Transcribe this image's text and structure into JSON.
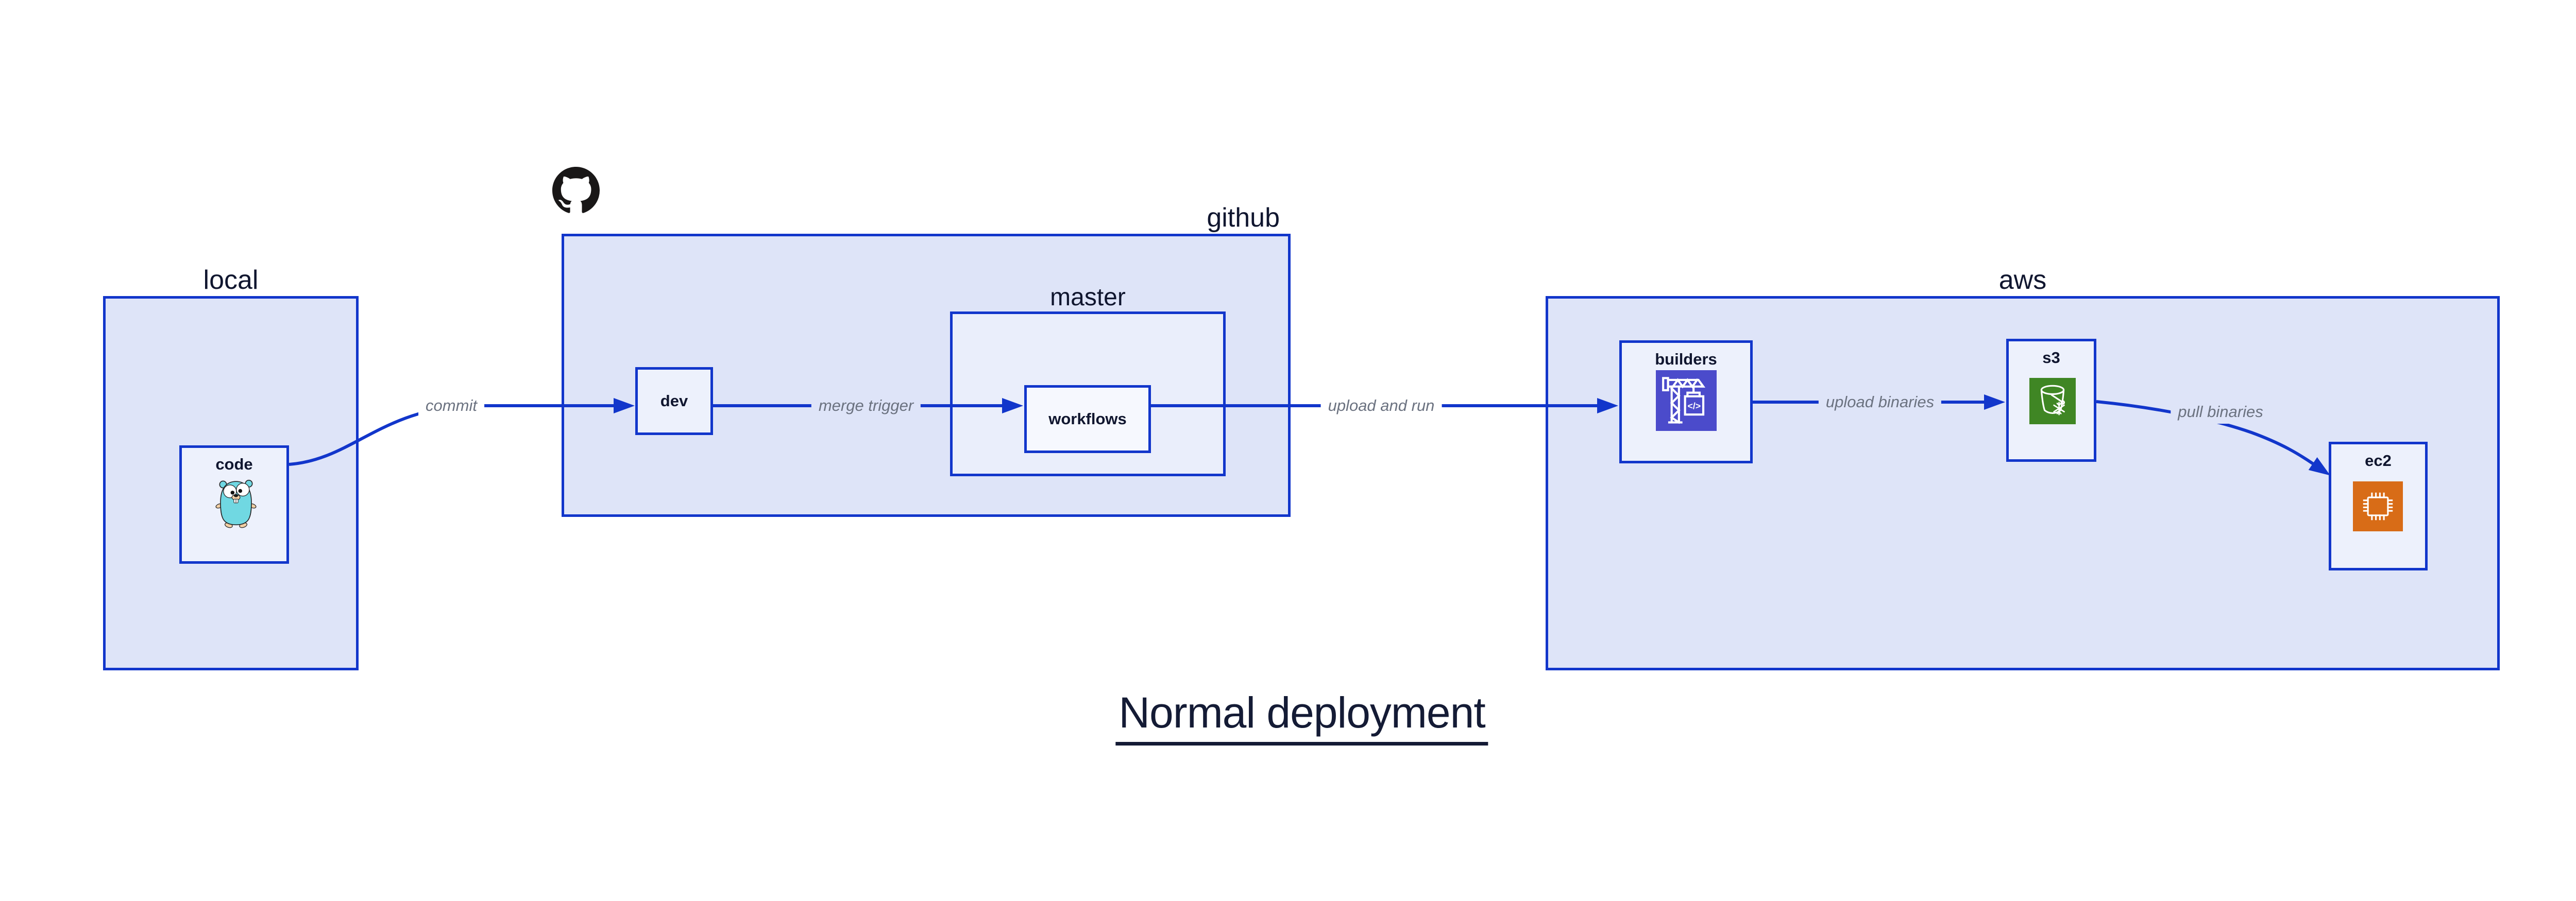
{
  "title": "Normal deployment",
  "containers": {
    "local": {
      "label": "local"
    },
    "github": {
      "label": "github",
      "icon": "github-octocat-icon"
    },
    "master": {
      "label": "master"
    },
    "aws": {
      "label": "aws"
    }
  },
  "nodes": {
    "code": {
      "label": "code",
      "icon": "go-gopher-icon"
    },
    "dev": {
      "label": "dev"
    },
    "workflows": {
      "label": "workflows"
    },
    "builders": {
      "label": "builders",
      "icon": "aws-codebuild-icon"
    },
    "s3": {
      "label": "s3",
      "icon": "aws-s3-glacier-icon"
    },
    "ec2": {
      "label": "ec2",
      "icon": "aws-ec2-icon"
    }
  },
  "edges": {
    "commit": {
      "label": "commit",
      "from": "code",
      "to": "dev"
    },
    "merge_trigger": {
      "label": "merge trigger",
      "from": "dev",
      "to": "workflows"
    },
    "upload_and_run": {
      "label": "upload and run",
      "from": "workflows",
      "to": "builders"
    },
    "upload_binaries": {
      "label": "upload binaries",
      "from": "builders",
      "to": "s3"
    },
    "pull_binaries": {
      "label": "pull binaries",
      "from": "s3",
      "to": "ec2"
    }
  },
  "colors": {
    "canvas_bg": "#ffffff",
    "container_fill": "#dee4f8",
    "node_fill": "#edf1fc",
    "nested_node_fill": "#f6f8fe",
    "border_and_edges": "#1236cb",
    "label_text": "#10162f",
    "edge_label_text": "#6b7280",
    "title_text": "#141b35",
    "github_icon": "#191717",
    "codebuild_icon_bg": "#4b4bcb",
    "s3_glacier_icon_bg": "#3f8624",
    "ec2_icon_bg": "#d86c17",
    "gopher_body": "#70d8e2"
  }
}
